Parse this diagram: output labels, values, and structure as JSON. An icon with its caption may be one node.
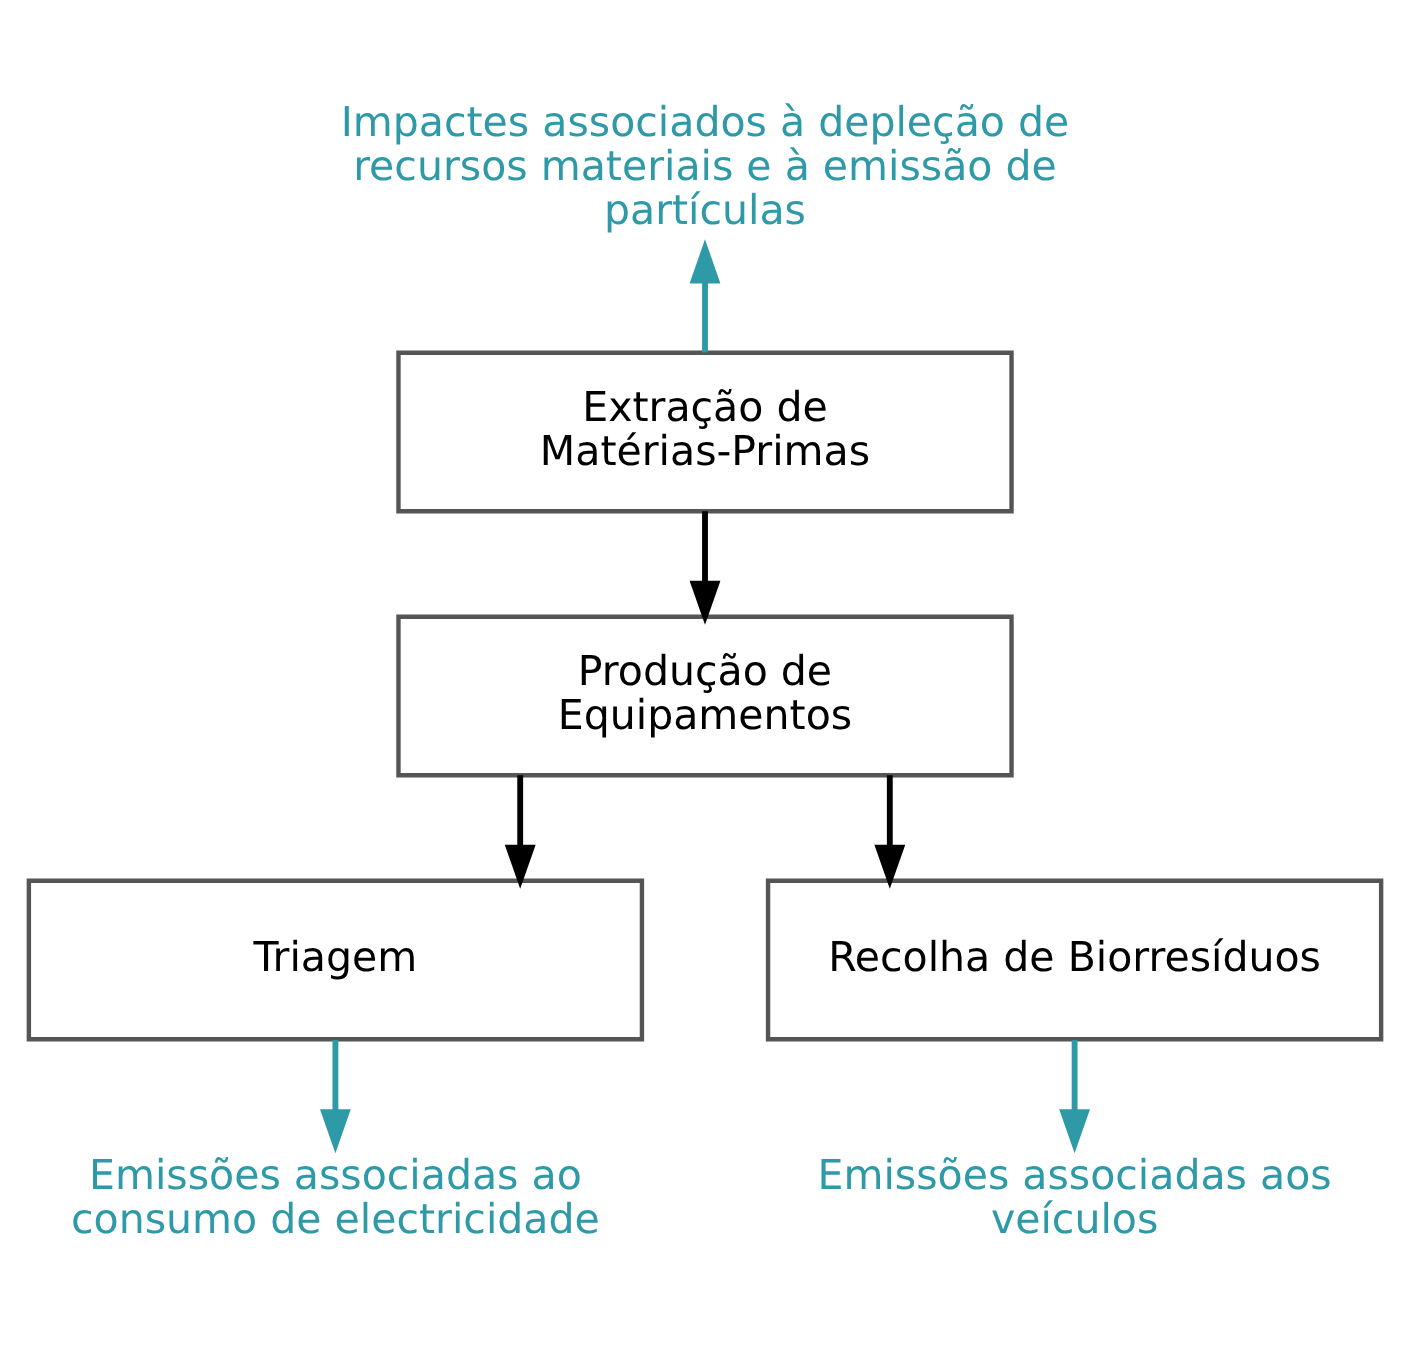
{
  "diagram": {
    "nodes": [
      {
        "text": [
          "Impactes associados à depleção de recursos materiais e à emissão de partículas"
        ]
      },
      {
        "text": [
          "Extração de Matérias-Primas"
        ]
      },
      {
        "text": [
          "Produção de Equipamentos"
        ]
      },
      {
        "text": [
          "Triagem"
        ]
      },
      {
        "text": [
          "Recolha de Biorresíduos"
        ]
      },
      {
        "text": [
          "Emissões associadas ao consumo de electricidade"
        ]
      },
      {
        "text": [
          "Emissões associadas aos veículos"
        ]
      }
    ],
    "edges": [
      {
        "from": 1,
        "to": 0,
        "arrow": "to",
        "color": "#2e9aa8"
      },
      {
        "from": 1,
        "to": 2,
        "arrow": "to",
        "color": "#000000"
      },
      {
        "from": 2,
        "to": 3,
        "arrow": "to",
        "color": "#000000"
      },
      {
        "from": 2,
        "to": 4,
        "arrow": "to",
        "color": "#000000"
      },
      {
        "from": 3,
        "to": 5,
        "arrow": "to",
        "color": "#2e9aa8"
      },
      {
        "from": 4,
        "to": 6,
        "arrow": "to",
        "color": "#2e9aa8"
      }
    ]
  }
}
